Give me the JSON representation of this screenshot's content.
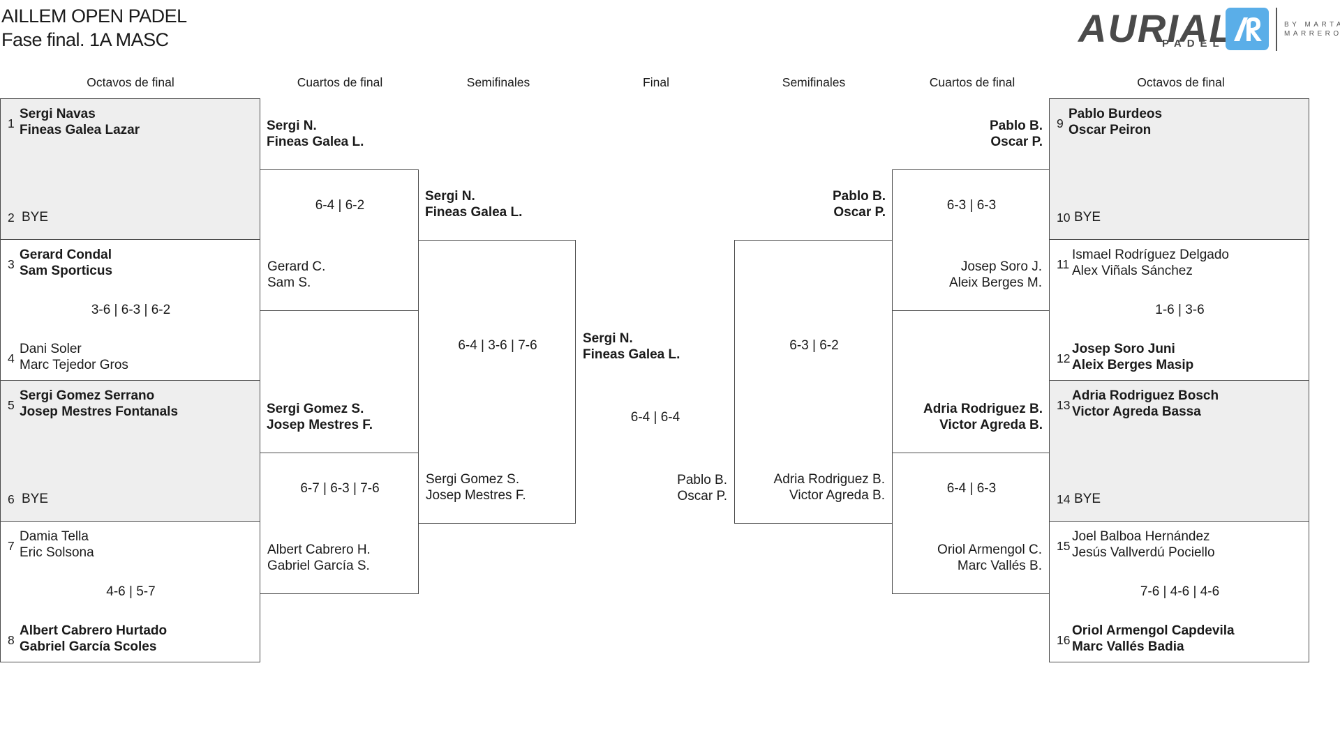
{
  "page": {
    "title": "AILLEM OPEN PADEL",
    "subtitle": "Fase final. 1A MASC"
  },
  "logo": {
    "brand": "AURIAL",
    "sub": "PADEL",
    "by_line1": "BY MARTA",
    "by_line2": "MARRERO",
    "box_color": "#5aaee8"
  },
  "headers": [
    "Octavos de final",
    "Cuartos de final",
    "Semifinales",
    "Final",
    "Semifinales",
    "Cuartos de final",
    "Octavos de final"
  ],
  "round_of_16": [
    {
      "seed_a": "1",
      "a1": "Sergi Navas",
      "a2": "Fineas Galea Lazar",
      "seed_b": "2",
      "b1": "BYE",
      "b2": "",
      "score": "",
      "winner": "a"
    },
    {
      "seed_a": "3",
      "a1": "Gerard Condal",
      "a2": "Sam Sporticus",
      "seed_b": "4",
      "b1": "Dani Soler",
      "b2": "Marc Tejedor Gros",
      "score": "3-6 | 6-3 | 6-2",
      "winner": "a"
    },
    {
      "seed_a": "5",
      "a1": "Sergi Gomez Serrano",
      "a2": "Josep Mestres Fontanals",
      "seed_b": "6",
      "b1": "BYE",
      "b2": "",
      "score": "",
      "winner": "a"
    },
    {
      "seed_a": "7",
      "a1": "Damia Tella",
      "a2": "Eric Solsona",
      "seed_b": "8",
      "b1": "Albert Cabrero Hurtado",
      "b2": "Gabriel García Scoles",
      "score": "4-6 | 5-7",
      "winner": "b"
    },
    {
      "seed_a": "9",
      "a1": "Pablo Burdeos",
      "a2": "Oscar Peiron",
      "seed_b": "10",
      "b1": "BYE",
      "b2": "",
      "score": "",
      "winner": "a"
    },
    {
      "seed_a": "11",
      "a1": "Ismael Rodríguez Delgado",
      "a2": "Alex Viñals Sánchez",
      "seed_b": "12",
      "b1": "Josep Soro Juni",
      "b2": "Aleix Berges Masip",
      "score": "1-6 | 3-6",
      "winner": "b"
    },
    {
      "seed_a": "13",
      "a1": "Adria Rodriguez Bosch",
      "a2": "Victor Agreda Bassa",
      "seed_b": "14",
      "b1": "BYE",
      "b2": "",
      "score": "",
      "winner": "a"
    },
    {
      "seed_a": "15",
      "a1": "Joel Balboa Hernández",
      "a2": "Jesús Vallverdú Pociello",
      "seed_b": "16",
      "b1": "Oriol Armengol Capdevila",
      "b2": "Marc Vallés Badia",
      "score": "7-6 | 4-6 | 4-6",
      "winner": "b"
    }
  ],
  "quarterfinals": [
    {
      "a1": "Sergi N.",
      "a2": "Fineas Galea L.",
      "b1": "Gerard C.",
      "b2": "Sam S.",
      "score": "6-4 | 6-2",
      "winner": "a"
    },
    {
      "a1": "Sergi Gomez S.",
      "a2": "Josep Mestres F.",
      "b1": "Albert Cabrero H.",
      "b2": "Gabriel García S.",
      "score": "6-7 | 6-3 | 7-6",
      "winner": "a"
    },
    {
      "a1": "Pablo B.",
      "a2": "Oscar P.",
      "b1": "Josep Soro J.",
      "b2": "Aleix Berges M.",
      "score": "6-3 | 6-3",
      "winner": "a"
    },
    {
      "a1": "Adria Rodriguez B.",
      "a2": "Victor Agreda B.",
      "b1": "Oriol Armengol C.",
      "b2": "Marc Vallés B.",
      "score": "6-4 | 6-3",
      "winner": "a"
    }
  ],
  "semifinals": [
    {
      "a1": "Sergi N.",
      "a2": "Fineas Galea L.",
      "b1": "Sergi Gomez S.",
      "b2": "Josep Mestres F.",
      "score": "6-4 | 3-6 | 7-6",
      "winner": "a"
    },
    {
      "a1": "Pablo B.",
      "a2": "Oscar P.",
      "b1": "Adria Rodriguez B.",
      "b2": "Victor Agreda B.",
      "score": "6-3 | 6-2",
      "winner": "a"
    }
  ],
  "final": {
    "a1": "Sergi N.",
    "a2": "Fineas Galea L.",
    "b1": "Pablo B.",
    "b2": "Oscar P.",
    "score": "6-4 | 6-4",
    "winner": "a"
  }
}
